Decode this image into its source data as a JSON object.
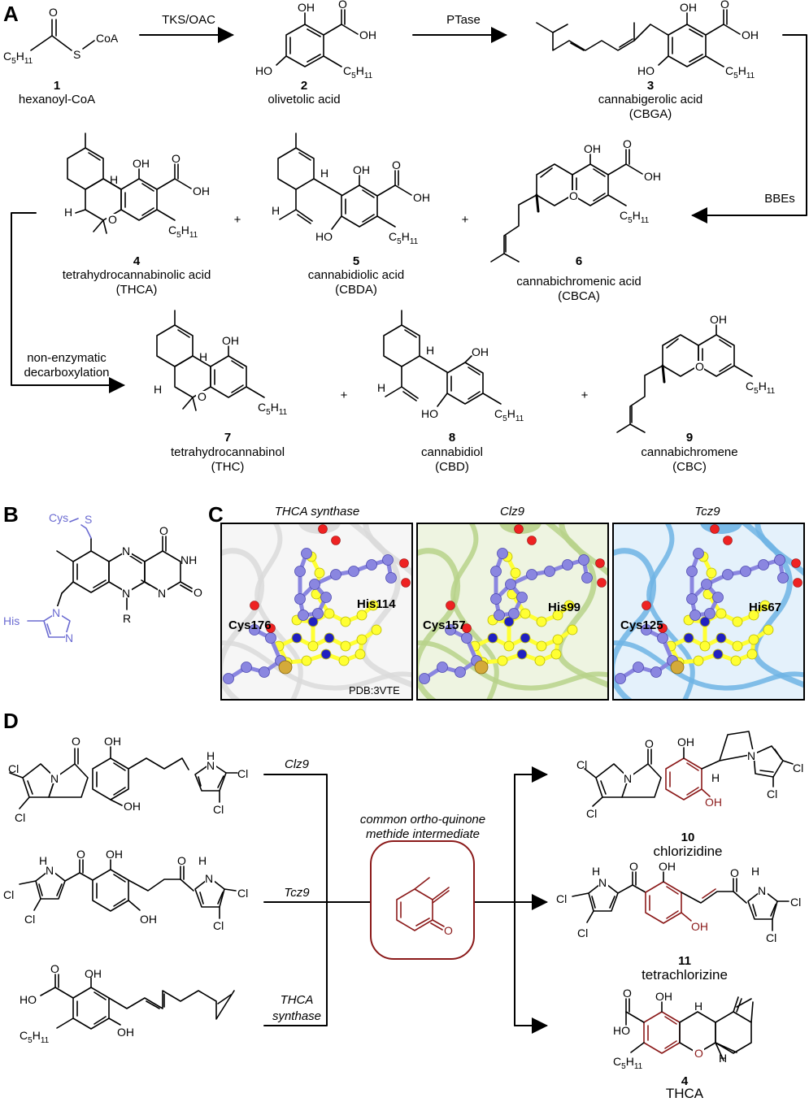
{
  "panels": {
    "a": "A",
    "b": "B",
    "c": "C",
    "d": "D"
  },
  "panel_a": {
    "arrow1": "TKS/OAC",
    "arrow2": "PTase",
    "arrow3": "BBEs",
    "arrow4_line1": "non-enzymatic",
    "arrow4_line2": "decarboxylation",
    "plus": "+",
    "compounds": [
      {
        "num": "1",
        "name": "hexanoyl-CoA",
        "abbr": ""
      },
      {
        "num": "2",
        "name": "olivetolic acid",
        "abbr": ""
      },
      {
        "num": "3",
        "name": "cannabigerolic acid",
        "abbr": "(CBGA)"
      },
      {
        "num": "4",
        "name": "tetrahydrocannabinolic acid",
        "abbr": "(THCA)"
      },
      {
        "num": "5",
        "name": "cannabidiolic acid",
        "abbr": "(CBDA)"
      },
      {
        "num": "6",
        "name": "cannabichromenic acid",
        "abbr": "(CBCA)"
      },
      {
        "num": "7",
        "name": "tetrahydrocannabinol",
        "abbr": "(THC)"
      },
      {
        "num": "8",
        "name": "cannabidiol",
        "abbr": "(CBD)"
      },
      {
        "num": "9",
        "name": "cannabichromene",
        "abbr": "(CBC)"
      }
    ],
    "atoms": {
      "oh": "OH",
      "ho": "HO",
      "o": "O",
      "h": "H",
      "s": "S",
      "coa": "CoA",
      "c5h11": "C5H11"
    }
  },
  "panel_b": {
    "cys": "Cys",
    "s": "S",
    "his": "His",
    "n": "N",
    "nh": "NH",
    "o": "O",
    "r": "R"
  },
  "panel_c": {
    "titles": [
      "THCA synthase",
      "Clz9",
      "Tcz9"
    ],
    "cys_labels": [
      "Cys176",
      "Cys157",
      "Cys125"
    ],
    "his_labels": [
      "His114",
      "His99",
      "His67"
    ],
    "pdb": "PDB:3VTE",
    "colors": {
      "thca_bg": "#dadada",
      "clz9_bg": "#b7d28a",
      "tcz9_bg": "#6eb4e4",
      "carbon": "#ffff33",
      "ligand": "#8a86e0",
      "oxygen": "#ee2222",
      "sulfur": "#d4aa3a"
    }
  },
  "panel_d": {
    "enzymes": [
      "Clz9",
      "Tcz9",
      "THCA",
      "synthase"
    ],
    "intermediate_line1": "common ortho-quinone",
    "intermediate_line2": "methide intermediate",
    "products": [
      {
        "num": "10",
        "name": "chlorizidine"
      },
      {
        "num": "11",
        "name": "tetrachlorizine"
      },
      {
        "num": "4",
        "name": "THCA"
      }
    ],
    "atoms": {
      "cl": "Cl",
      "h": "H",
      "n": "N",
      "oh": "OH",
      "ho": "HO",
      "o": "O",
      "c5h11": "C5H11"
    },
    "highlight_color": "#8b1a1a"
  }
}
